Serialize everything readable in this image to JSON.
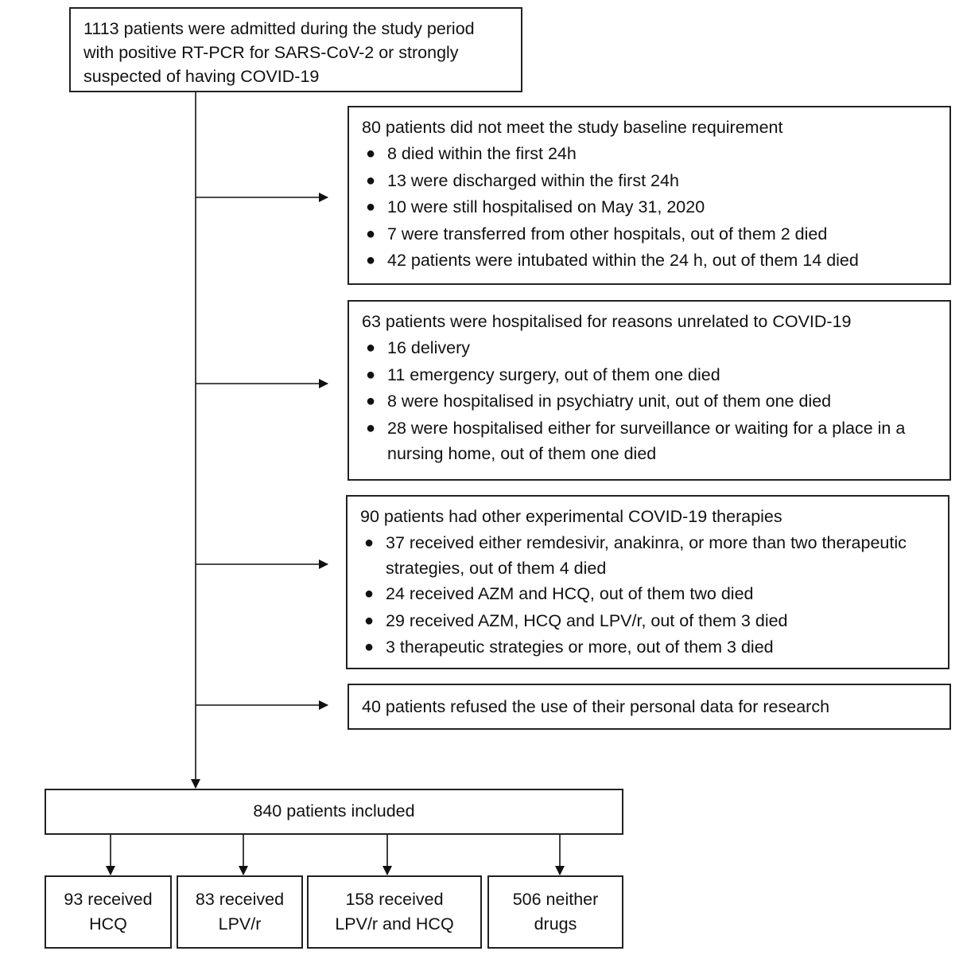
{
  "start": {
    "text": "1113 patients were admitted during the study period with positive RT-PCR for SARS-CoV-2 or strongly suspected of having COVID-19"
  },
  "exclusions": [
    {
      "heading": "80 patients did not meet the study baseline requirement",
      "items": [
        "8 died within the first 24h",
        "13 were discharged within the first 24h",
        "10 were still hospitalised on May 31, 2020",
        "7 were transferred from other hospitals, out of them 2 died",
        "42 patients were intubated within the 24 h, out of them 14 died"
      ]
    },
    {
      "heading": "63 patients were hospitalised for reasons unrelated to COVID-19",
      "items": [
        "16 delivery",
        "11 emergency surgery, out of them one died",
        "8 were hospitalised in psychiatry unit, out of them one died",
        "28 were hospitalised either for surveillance or waiting for a place in a nursing home, out of them one died"
      ]
    },
    {
      "heading": "90 patients had other experimental COVID-19 therapies",
      "items": [
        "37 received either remdesivir, anakinra, or more than two therapeutic strategies, out of them 4 died",
        "24 received AZM and HCQ, out of them two died",
        "29 received AZM, HCQ and LPV/r, out of them 3 died",
        "3 therapeutic strategies or more, out of them 3 died"
      ]
    },
    {
      "heading": "40 patients refused the use of their personal data for research"
    }
  ],
  "included": {
    "text": "840 patients included"
  },
  "arms": [
    {
      "line1": "93 received",
      "line2": "HCQ"
    },
    {
      "line1": "83 received",
      "line2": "LPV/r"
    },
    {
      "line1": "158 received",
      "line2": "LPV/r and HCQ"
    },
    {
      "line1": "506 neither",
      "line2": "drugs"
    }
  ],
  "bullet_glyph": "●"
}
